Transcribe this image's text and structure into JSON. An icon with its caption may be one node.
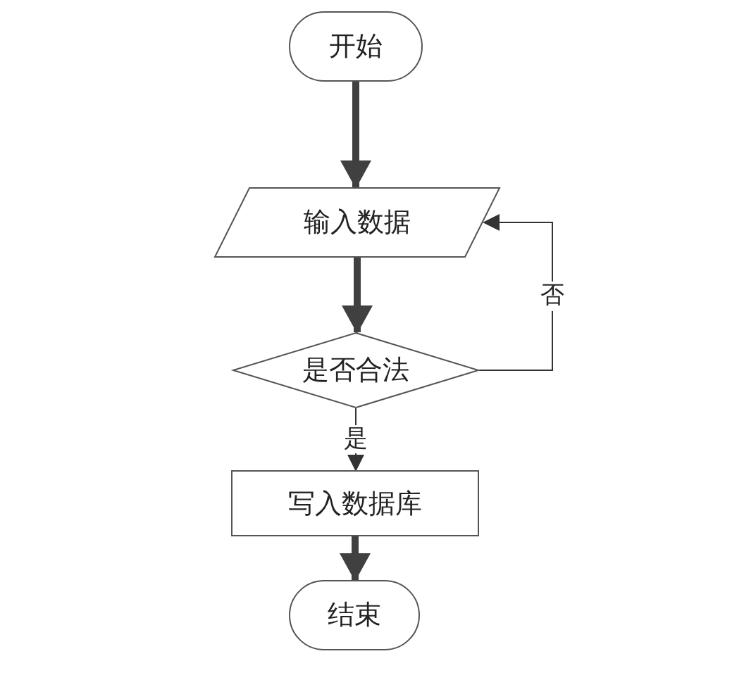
{
  "diagram": {
    "nodes": [
      {
        "text": [
          "开始"
        ]
      },
      {
        "text": [
          "输入数据"
        ]
      },
      {
        "text": [
          "是否合法"
        ]
      },
      {
        "text": [
          "写入数据库"
        ]
      },
      {
        "text": [
          "结束"
        ]
      }
    ],
    "edges": [
      {
        "from": 0,
        "to": 1,
        "arrow": "to"
      },
      {
        "from": 1,
        "to": 2,
        "arrow": "to"
      },
      {
        "from": 2,
        "to": 3,
        "arrow": "to",
        "label": "是"
      },
      {
        "from": 2,
        "to": 1,
        "arrow": "to",
        "label": "否"
      },
      {
        "from": 3,
        "to": 4,
        "arrow": "to"
      }
    ]
  }
}
